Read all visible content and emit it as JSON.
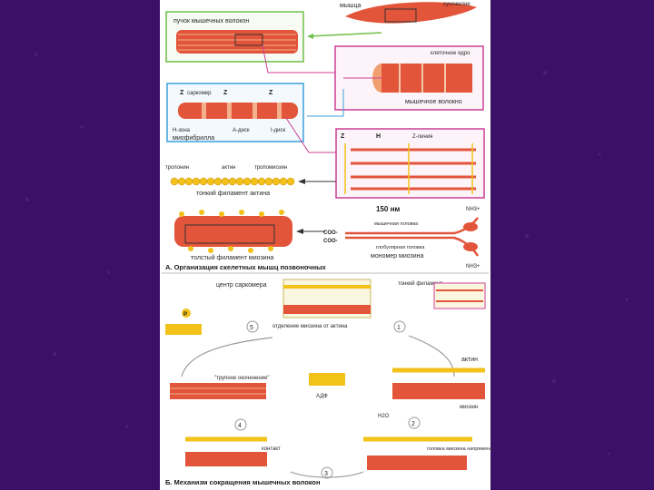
{
  "colors": {
    "background": "#3b1168",
    "sheet": "#ffffff",
    "muscle": "#e2553a",
    "box_green": "#6fbf4a",
    "box_pink": "#cc3f95",
    "box_blue": "#3aa0d8",
    "filament_yellow": "#f2c11a"
  },
  "panel_a": {
    "labels": {
      "muscle": "мышца",
      "tendon": "сухожилие",
      "fiber_bundle": "пучок мышечных волокон",
      "nucleus": "клеточное ядро",
      "muscle_fiber": "мышечное волокно",
      "sarcomere": "саркомер",
      "z1": "Z",
      "z2": "Z",
      "z3": "Z",
      "h_zone": "Н-зона",
      "a_disk": "А-диск",
      "i_disk": "I-диск",
      "myofibril": "миофибрилла",
      "sz": "Z",
      "sh": "H",
      "szline": "Z-линия",
      "troponin": "тропонин",
      "actin": "актин",
      "tropomyosin": "тропомиозин",
      "thin_filament": "тонкий филамент актина",
      "thick_filament": "толстый филамент миозина",
      "length": "150 нм",
      "nh3_top": "NH3+",
      "nh3_bottom": "NH3+",
      "head": "мышечная головка",
      "coo1": "COO-",
      "coo2": "COO-",
      "tail": "глобулярная головка",
      "myosin_monomer": "мономер миозина"
    },
    "caption": "А. Организация скелетных мышц позвоночных"
  },
  "panel_b": {
    "labels": {
      "sarcomere_center": "центр саркомера",
      "thin_filament": "тонкий филамент",
      "step1_text": "отделение миозина от актина",
      "rigor": "\"трупное окоченение\"",
      "actin": "актин",
      "adp": "АДФ",
      "myosin": "миозин",
      "h2o": "H2O",
      "contact": "контакт",
      "myosin_head_change": "головка миозина напряжена",
      "n1": "1",
      "n2": "2",
      "n3": "3",
      "n4": "4",
      "n5": "5",
      "p": "P"
    },
    "caption": "Б. Механизм сокращения мышечных волокон"
  }
}
